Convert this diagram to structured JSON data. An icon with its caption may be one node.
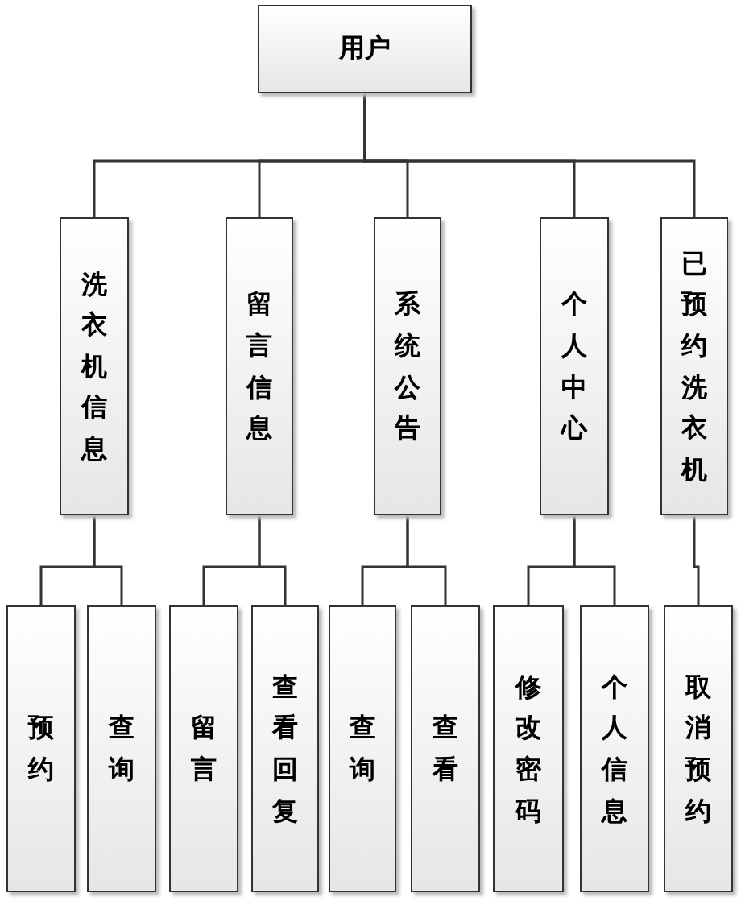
{
  "diagram": {
    "nodes": [
      {
        "text": [
          "用户"
        ]
      },
      {
        "text": [
          "洗衣机信息"
        ]
      },
      {
        "text": [
          "留言信息"
        ]
      },
      {
        "text": [
          "系统公告"
        ]
      },
      {
        "text": [
          "个人中心"
        ]
      },
      {
        "text": [
          "已预约洗衣机"
        ]
      },
      {
        "text": [
          "预约"
        ]
      },
      {
        "text": [
          "查询"
        ]
      },
      {
        "text": [
          "留言"
        ]
      },
      {
        "text": [
          "查看回复"
        ]
      },
      {
        "text": [
          "查询"
        ]
      },
      {
        "text": [
          "查看"
        ]
      },
      {
        "text": [
          "修改密码"
        ]
      },
      {
        "text": [
          "个人信息"
        ]
      },
      {
        "text": [
          "取消预约"
        ]
      }
    ],
    "edges": [
      {
        "from": 0,
        "to": 1,
        "arrow": "none"
      },
      {
        "from": 0,
        "to": 2,
        "arrow": "none"
      },
      {
        "from": 0,
        "to": 3,
        "arrow": "none"
      },
      {
        "from": 0,
        "to": 4,
        "arrow": "none"
      },
      {
        "from": 0,
        "to": 5,
        "arrow": "none"
      },
      {
        "from": 1,
        "to": 6,
        "arrow": "none"
      },
      {
        "from": 1,
        "to": 7,
        "arrow": "none"
      },
      {
        "from": 2,
        "to": 8,
        "arrow": "none"
      },
      {
        "from": 2,
        "to": 9,
        "arrow": "none"
      },
      {
        "from": 3,
        "to": 10,
        "arrow": "none"
      },
      {
        "from": 3,
        "to": 11,
        "arrow": "none"
      },
      {
        "from": 4,
        "to": 12,
        "arrow": "none"
      },
      {
        "from": 4,
        "to": 13,
        "arrow": "none"
      },
      {
        "from": 5,
        "to": 14,
        "arrow": "none"
      }
    ]
  }
}
